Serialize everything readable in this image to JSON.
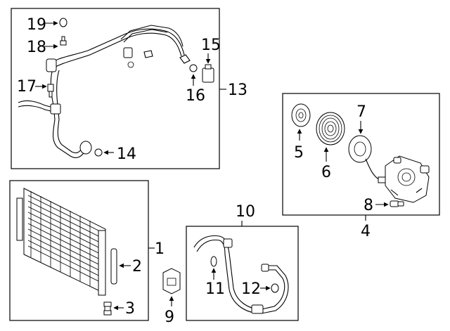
{
  "callouts": [
    {
      "id": "1",
      "label": "1"
    },
    {
      "id": "2",
      "label": "2"
    },
    {
      "id": "3",
      "label": "3"
    },
    {
      "id": "4",
      "label": "4"
    },
    {
      "id": "5",
      "label": "5"
    },
    {
      "id": "6",
      "label": "6"
    },
    {
      "id": "7",
      "label": "7"
    },
    {
      "id": "8",
      "label": "8"
    },
    {
      "id": "9",
      "label": "9"
    },
    {
      "id": "10",
      "label": "10"
    },
    {
      "id": "11",
      "label": "11"
    },
    {
      "id": "12",
      "label": "12"
    },
    {
      "id": "13",
      "label": "13"
    },
    {
      "id": "14",
      "label": "14"
    },
    {
      "id": "15",
      "label": "15"
    },
    {
      "id": "16",
      "label": "16"
    },
    {
      "id": "17",
      "label": "17"
    },
    {
      "id": "18",
      "label": "18"
    },
    {
      "id": "19",
      "label": "19"
    }
  ],
  "icons": {
    "condenser": "condenser-icon",
    "compressor": "compressor-icon",
    "clutch-plate": "clutch-plate-icon",
    "pulley": "pulley-icon",
    "coil": "field-coil-icon",
    "hose": "hose-icon",
    "bracket": "bracket-icon"
  }
}
